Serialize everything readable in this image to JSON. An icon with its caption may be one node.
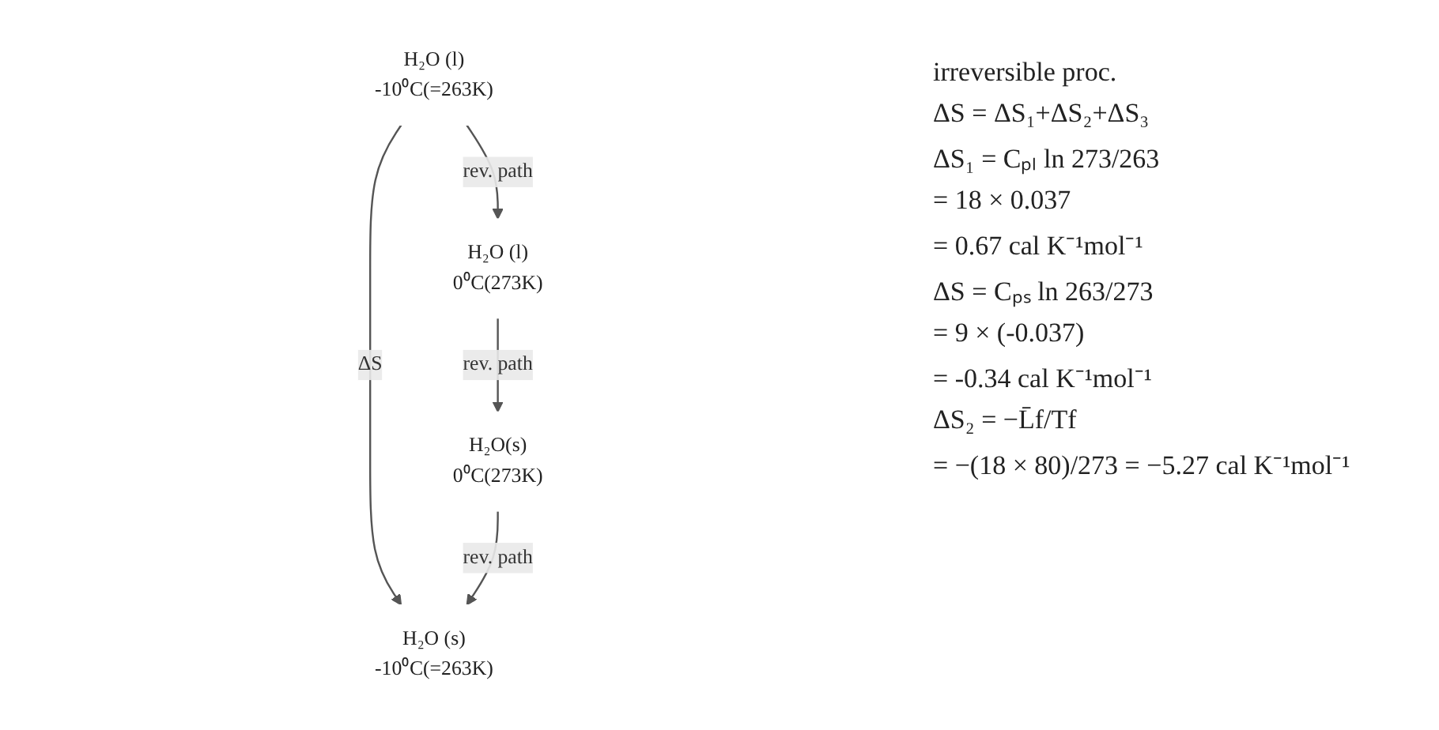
{
  "diagram": {
    "nodes": [
      {
        "text": [
          "H₂O (l)",
          "-10⁰C(=263K)"
        ]
      },
      {
        "text": [
          "H₂O (s)",
          "-10⁰C(=263K)"
        ]
      },
      {
        "text": [
          "H₂O (l)",
          "0⁰C(273K)"
        ]
      },
      {
        "text": [
          "H₂O(s)",
          "0⁰C(273K)"
        ]
      }
    ],
    "edges": [
      {
        "from": 0,
        "to": 1,
        "arrow": "to",
        "label": "ΔS"
      },
      {
        "from": 0,
        "to": 2,
        "arrow": "to",
        "label": "rev. path"
      },
      {
        "from": 2,
        "to": 3,
        "arrow": "to",
        "label": "rev. path"
      },
      {
        "from": 3,
        "to": 1,
        "arrow": "to",
        "label": "rev. path"
      }
    ],
    "labels": [
      "irreversible proc.",
      "ΔS = ΔS₁+ΔS₂+ΔS₃",
      "ΔS₁ = Cₚₗ ln 273/263",
      "= 18 × 0.037",
      "= 0.67 cal K⁻¹mol⁻¹",
      "ΔS = Cₚₛ ln 263/273",
      "= 9 × (-0.037)",
      "= -0.34 cal K⁻¹mol⁻¹",
      "ΔS₂ = −L̄f/Tf",
      "= −(18 × 80)/273 = −5.27 cal K⁻¹mol⁻¹"
    ]
  }
}
